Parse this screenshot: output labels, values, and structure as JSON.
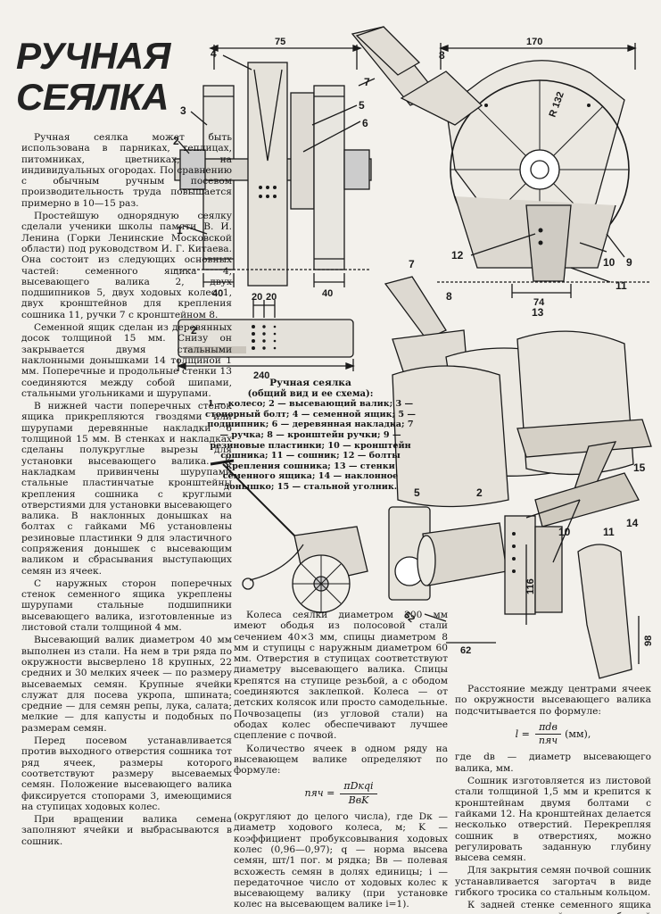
{
  "title": {
    "line1": "РУЧНАЯ",
    "line2": "СЕЯЛКА"
  },
  "left_column": [
    "Ручная сеялка может быть использована в парниках, теплицах, питомниках, цветниках, на индивидуальных огородах. По сравнению с обычным ручным посевом производительность труда повышается примерно в 10—15 раз.",
    "Простейшую однорядную сеялку сделали ученики школы памяти В. И. Ленина (Горки Ленинские Московской области) под руководством И. Г. Китаева. Она состоит из следующих основных частей: семенного ящика 4, высевающего валика 2, двух подшипников 5, двух ходовых колес 1, двух кронштейнов для крепления сошника 11, ручки 7 с кронштейном 8.",
    "Семенной ящик сделан из деревянных досок толщиной 15 мм. Снизу он закрывается двумя стальными наклонными донышками 14 толщиной 1 мм. Поперечные и продольные стенки 13 соединяются между собой шипами, стальными угольниками и шурупами.",
    "В нижней части поперечных стенок ящика прикрепляются гвоздями или шурупами деревянные накладки 6 толщиной 15 мм. В стенках и накладках сделаны полукруглые вырезы для установки высевающего валика. К накладкам привинчены шурупами стальные пластинчатые кронштейны крепления сошника с круглыми отверстиями для установки высевающего валика. В наклонных донышках на болтах с гайками М6 установлены резиновые пластинки 9 для эластичного сопряжения донышек с высевающим валиком и сбрасывания выступающих семян из ячеек.",
    "С наружных сторон поперечных стенок семенного ящика укреплены шурупами стальные подшипники высевающего валика, изготовленные из листовой стали толщиной 4 мм.",
    "Высевающий валик диаметром 40 мм выполнен из стали. На нем в три ряда по окружности высверлено 18 крупных, 22 средних и 30 мелких ячеек — по размеру высеваемых семян. Крупные ячейки служат для посева укропа, шпината; средние — для семян репы, лука, салата; мелкие — для капусты и подобных по размерам семян.",
    "Перед посевом устанавливается против выходного отверстия сошника тот ряд ячеек, размеры которого соответствуют размеру высеваемых семян. Положение высевающего валика фиксируется стопорами 3, имеющимися на ступицах ходовых колес.",
    "При вращении валика семена заполняют ячейки и выбрасываются в сошник."
  ],
  "legend": {
    "title": "Ручная сеялка",
    "subtitle": "(общий вид и ее схема):",
    "items": "1 — колесо; 2 — высевающий валик; 3 — стопорный болт; 4 — семенной ящик; 5 — подшипник; 6 — деревянная накладка; 7 — ручка; 8 — кронштейн ручки; 9 — резиновые пластинки; 10 — кронштейн сошника; 11 — сошник; 12 — болты крепления сошника; 13 — стенки семенного ящика; 14 — наклонное донышко; 15 — стальной уголник."
  },
  "middle_column": {
    "p1": "Колеса сеялки диаметром 200 мм имеют ободья из полосовой стали сечением 40×3 мм, спицы диаметром 8 мм и ступицы с наружным диаметром 60 мм. Отверстия в ступицах соответствуют диаметру высевающего валика. Спицы крепятся на ступице резьбой, а с ободом соединяются заклепкой. Колеса — от детских колясок или просто самодельные. Почвозацепы (из угловой стали) на ободах колес обеспечивают лучшее сцепление с почвой.",
    "p2": "Количество ячеек в одном ряду на высевающем валике определяют по формуле:",
    "formula_lhs": "nяч =",
    "formula_num": "πDкqi",
    "formula_den": "BвK",
    "p3": "(округляют до целого числа), где Dк — диаметр ходового колеса, м; K — коэффициент пробуксовывания ходовых колес (0,96—0,97); q — норма высева семян, шт/1 пог. м рядка; Bв — полевая всхожесть семян в долях единицы; i — передаточное число от ходовых колес к высевающему валику (при установке колес на высевающем валике i=1)."
  },
  "right_column": {
    "p1": "Расстояние между центрами ячеек по окружности высевающего валика подсчитывается по формуле:",
    "formula_lhs": "l =",
    "formula_num": "πdв",
    "formula_den": "nяч",
    "formula_unit": "(мм),",
    "p2": "где dв — диаметр высевающего валика, мм.",
    "p3": "Сошник изготовляется из листовой стали толщиной 1,5 мм и крепится к кронштейнам двумя болтами с гайками 12. На кронштейнах делается несколько отверстий. Перекрепляя сошник в отверстиях, можно регулировать заданную глубину высева семян.",
    "p4": "Для закрытия семян почвой сошник устанавливается загортач в виде гибкого тросика со стальным кольцом.",
    "p5": "К задней стенке семенного ящика крепится кронштейн с трубчатой ручкой."
  },
  "dimensions": {
    "d75": "75",
    "d40a": "40",
    "d40b": "40",
    "d20a": "20",
    "d20b": "20",
    "d240": "240",
    "d170": "170",
    "r132": "R 132",
    "d74": "74",
    "d62a": "62",
    "d62b": "62",
    "d116": "116",
    "d98": "98"
  },
  "callouts": {
    "n1": "1",
    "n2a": "2",
    "n2b": "2",
    "n2c": "2",
    "n3": "3",
    "n4": "4",
    "n5a": "5",
    "n5b": "5",
    "n6": "6",
    "n7a": "7",
    "n7b": "7",
    "n8a": "8",
    "n8b": "8",
    "n9": "9",
    "n10a": "10",
    "n10b": "10",
    "n11a": "11",
    "n11b": "11",
    "n12": "12",
    "n13": "13",
    "n14": "14",
    "n15": "15"
  }
}
